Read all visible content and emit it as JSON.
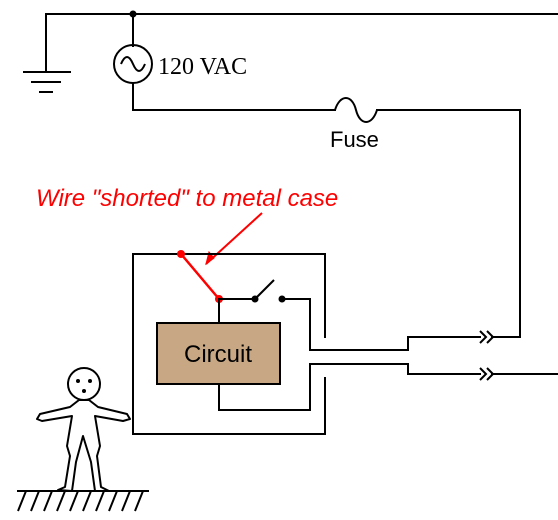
{
  "diagram": {
    "source_label": "120 VAC",
    "fuse_label": "Fuse",
    "fault_label": "Wire \"shorted\" to metal case",
    "circuit_label": "Circuit"
  },
  "colors": {
    "wire": "#000000",
    "fault": "#ff0000",
    "circuit_fill": "#c8a884"
  },
  "icons": [
    "ac-source-icon",
    "ground-icon",
    "fuse-icon",
    "switch-icon",
    "plug-connector-icon",
    "person-icon",
    "earth-ground-icon"
  ]
}
